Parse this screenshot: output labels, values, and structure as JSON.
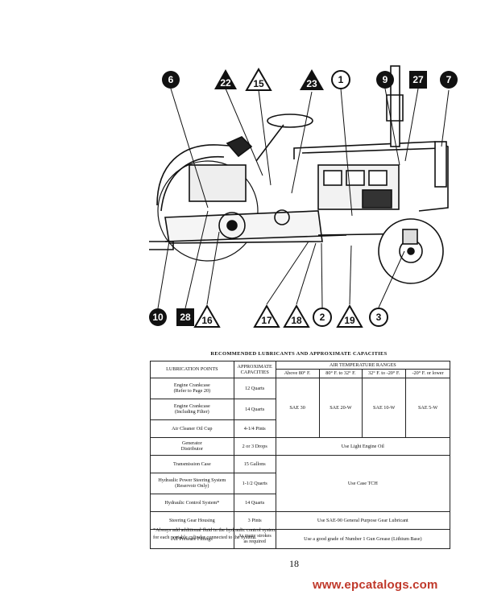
{
  "callouts": [
    {
      "label": "6",
      "shape": "circle"
    },
    {
      "label": "22",
      "shape": "triangle"
    },
    {
      "label": "15",
      "shape": "triangle-outline"
    },
    {
      "label": "23",
      "shape": "triangle"
    },
    {
      "label": "1",
      "shape": "circle-outline"
    },
    {
      "label": "9",
      "shape": "circle"
    },
    {
      "label": "27",
      "shape": "square"
    },
    {
      "label": "7",
      "shape": "circle"
    },
    {
      "label": "10",
      "shape": "circle"
    },
    {
      "label": "28",
      "shape": "square"
    },
    {
      "label": "16",
      "shape": "triangle-outline"
    },
    {
      "label": "17",
      "shape": "triangle-outline"
    },
    {
      "label": "18",
      "shape": "triangle-outline"
    },
    {
      "label": "2",
      "shape": "circle-outline"
    },
    {
      "label": "19",
      "shape": "triangle-outline"
    },
    {
      "label": "3",
      "shape": "circle-outline"
    }
  ],
  "table": {
    "title": "RECOMMENDED LUBRICANTS AND APPROXIMATE CAPACITIES",
    "headers": {
      "points": "LUBRICATION POINTS",
      "capacities_line1": "APPROXIMATE",
      "capacities_line2": "CAPACITIES",
      "air_temp": "AIR TEMPERATURE RANGES",
      "ranges": [
        "Above 80° F.",
        "80° F. to 32° F.",
        "32° F. to -20° F.",
        "-20° F. or lower"
      ]
    },
    "rows": {
      "r1_point_a": "Engine Crankcase",
      "r1_point_b": "(Refer to Page 20)",
      "r1_cap": "12 Quarts",
      "r2_point_a": "Engine Crankcase",
      "r2_point_b": "(Including Filter)",
      "r2_cap": "14 Quarts",
      "r3_point": "Air Cleaner Oil Cup",
      "r3_cap": "4-1/4 Pints",
      "oil_grades": [
        "SAE 30",
        "SAE 20-W",
        "SAE 10-W",
        "SAE 5-W"
      ],
      "r4_point_a": "Generator",
      "r4_point_b": "Distributor",
      "r4_cap": "2 or 3 Drops",
      "r4_lub": "Use Light Engine Oil",
      "r5_point": "Transmission Case",
      "r5_cap": "15 Gallons",
      "r6_point_a": "Hydraulic Power Steering System",
      "r6_point_b": "(Reservoir Only)",
      "r6_cap": "1-1/2 Quarts",
      "r7_point": "Hydraulic Control System*",
      "r7_cap": "14 Quarts",
      "tch_lub": "Use Case TCH",
      "r8_point": "Steering Gear Housing",
      "r8_cap": "3 Pints",
      "r8_lub": "Use SAE-90 General Purpose Gear Lubricant",
      "r9_point": "All Pressure Fittings",
      "r9_cap_a": "As many strokes",
      "r9_cap_b": "as required",
      "r9_lub": "Use a good grade of Number 1 Gun Grease (Lithium Base)"
    }
  },
  "footnote_line1": "*Always add additional fluid in the hydraulic control system",
  "footnote_line2": "for each portable cylinder connected to the system.",
  "page_number": "18",
  "watermark": "www.epcatalogs.com"
}
